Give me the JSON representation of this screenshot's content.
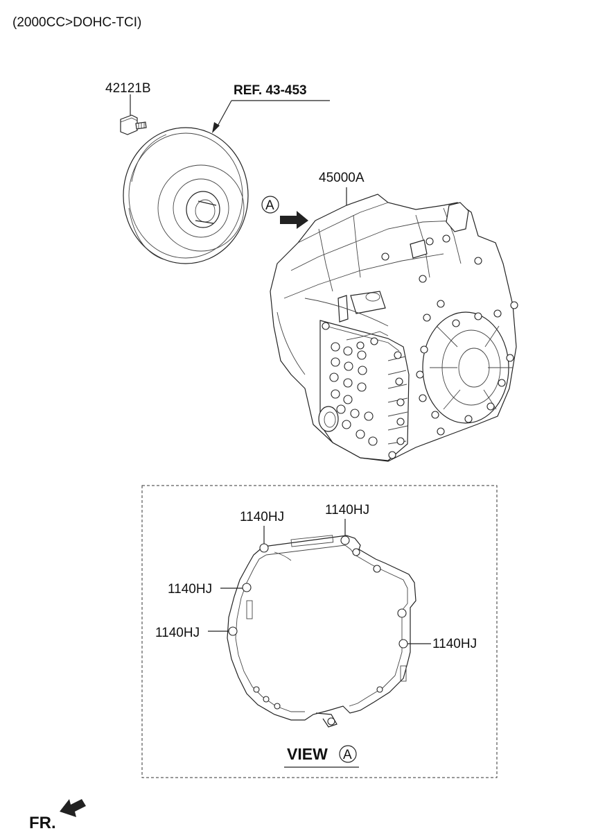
{
  "header": {
    "spec": "(2000CC>DOHC-TCI)"
  },
  "parts": {
    "bolt": "42121B",
    "ref": "REF. 43-453",
    "transaxle": "45000A",
    "view_marker": "A"
  },
  "view": {
    "hj_labels": [
      "1140HJ",
      "1140HJ",
      "1140HJ",
      "1140HJ",
      "1140HJ"
    ],
    "title": "VIEW",
    "marker": "A"
  },
  "footer": {
    "front": "FR."
  }
}
